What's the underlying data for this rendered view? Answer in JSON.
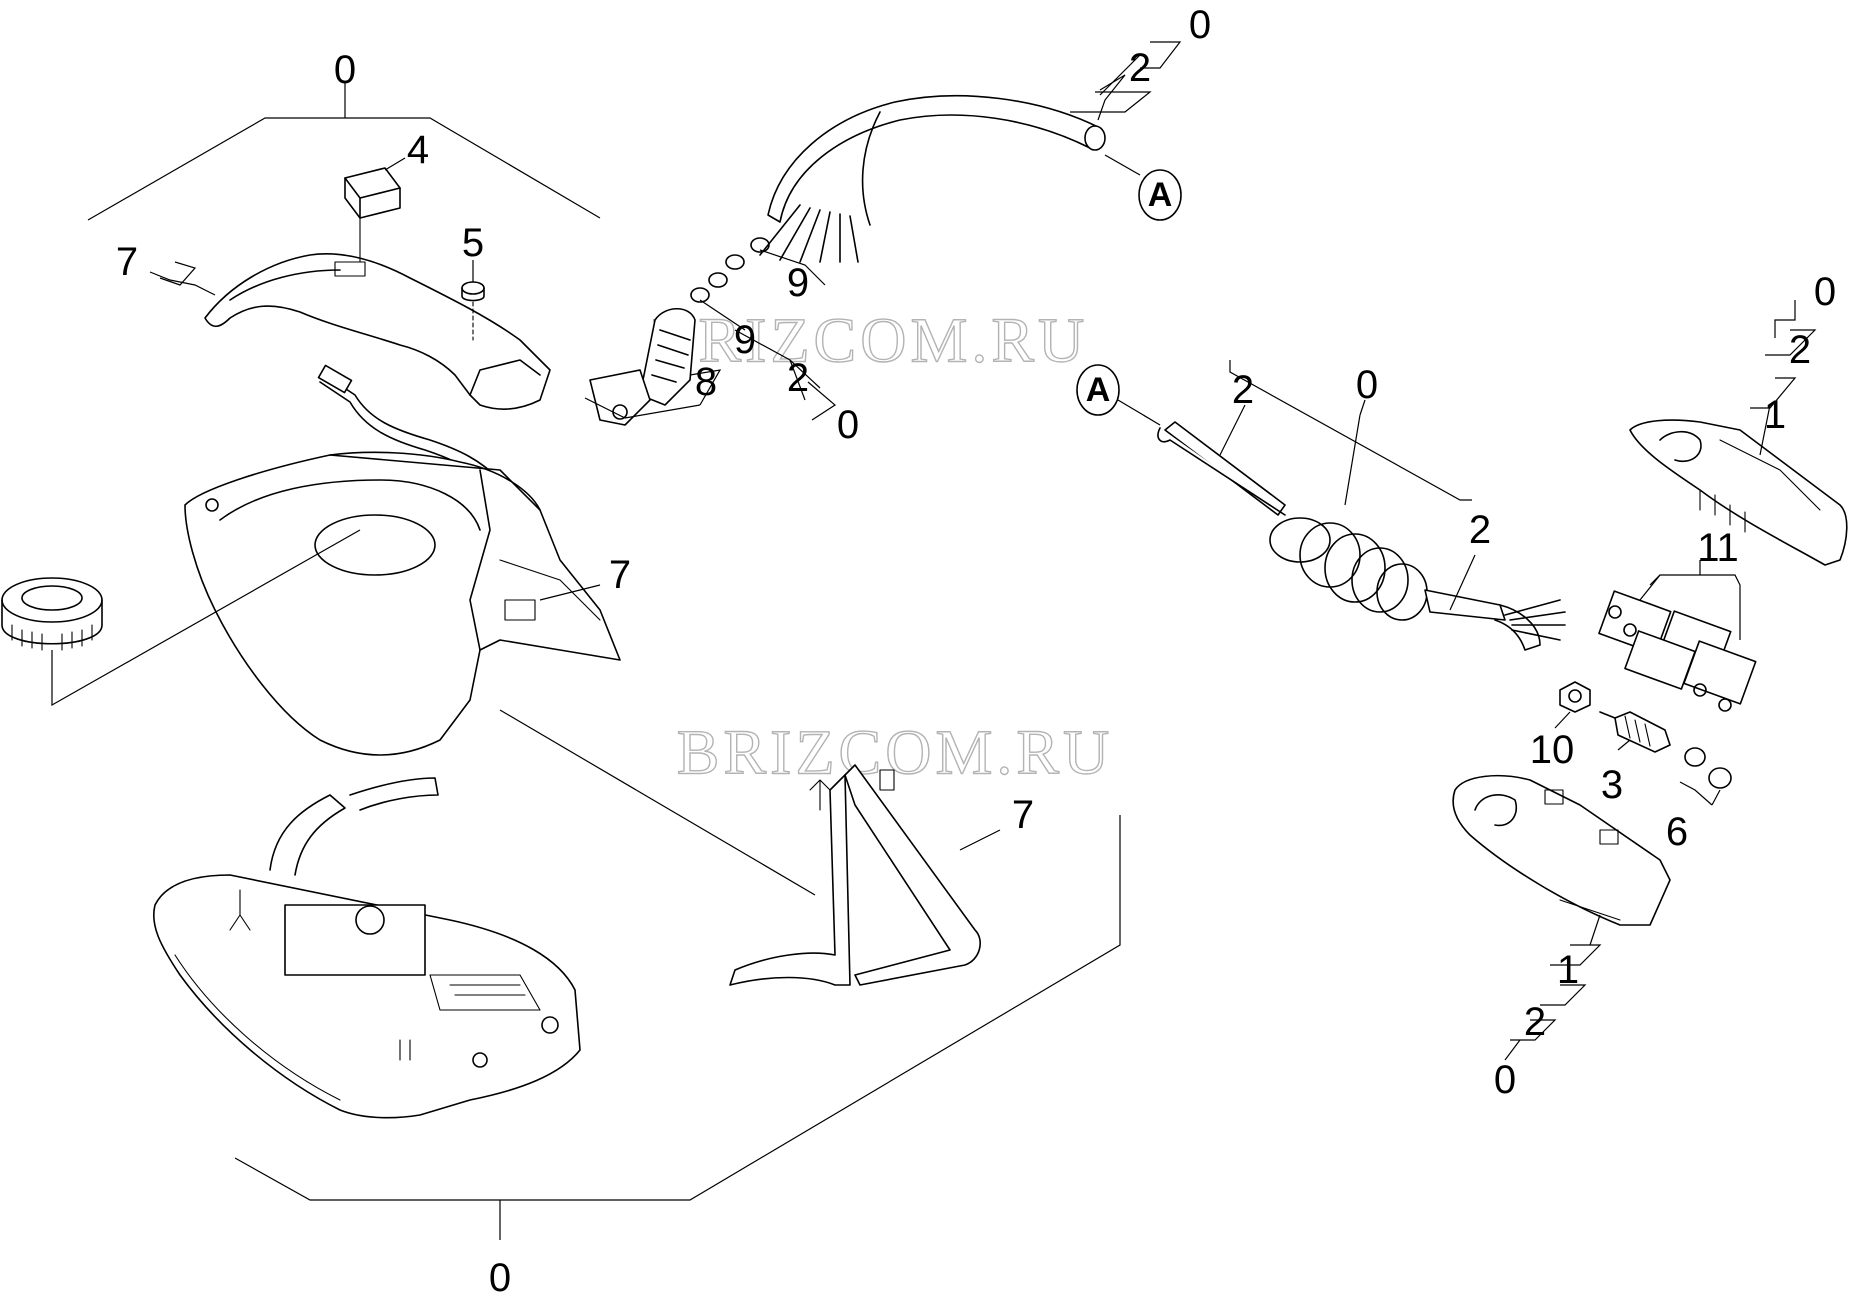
{
  "watermarks": [
    "BRIZCOM.RU",
    "BRIZCOM.RU"
  ],
  "markers": [
    "A",
    "A"
  ],
  "callouts": {
    "handle_assembly": "0",
    "switch": "4",
    "handle_seal": "7",
    "plug": "5",
    "sleeve": "8",
    "ring_upper": "9",
    "ring_lower": "9",
    "valve_kit_2": "2",
    "valve_kit_0": "0",
    "hose_kit_2": "2",
    "hose_kit_0": "0",
    "hood_seal": "7",
    "stand": "7",
    "iron_assembly": "0",
    "hose_group_0": "0",
    "hose_group_2a": "2",
    "hose_group_2b": "2",
    "cover_top_0": "0",
    "cover_top_2": "2",
    "cover_top_1": "1",
    "terminal": "11",
    "nut": "10",
    "valve": "3",
    "o_rings": "6",
    "cover_bottom_1": "1",
    "cover_bottom_2": "2",
    "cover_bottom_0": "0"
  }
}
